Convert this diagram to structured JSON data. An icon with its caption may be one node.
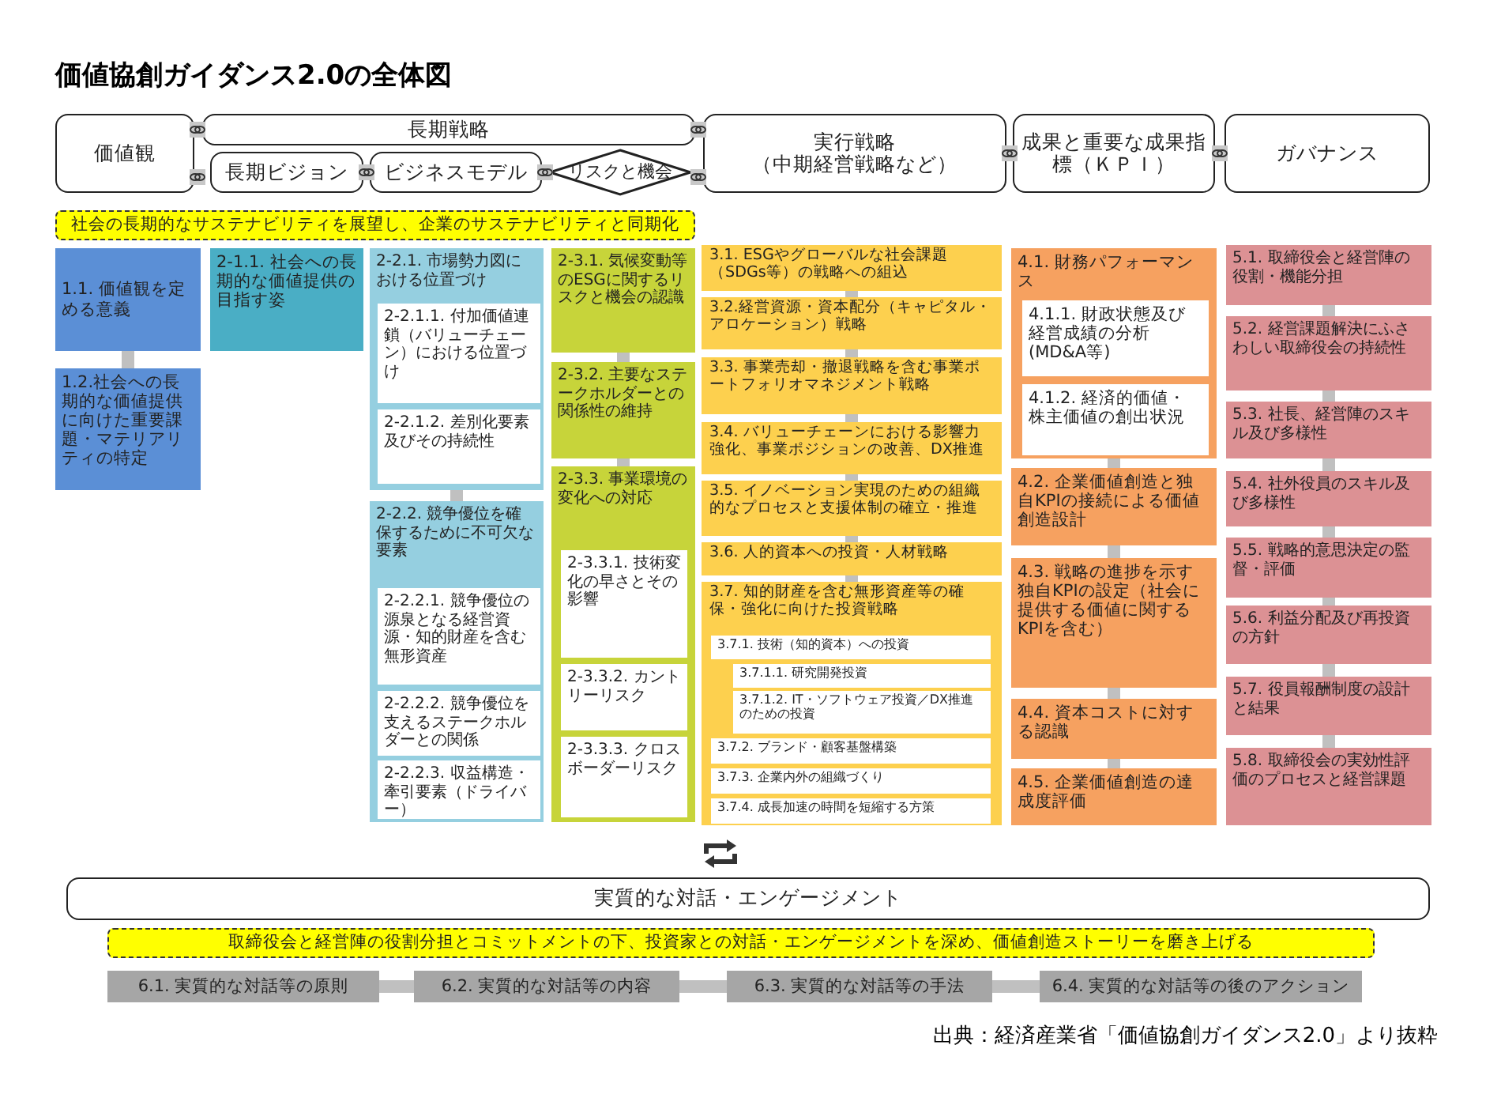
{
  "diagram": {
    "title": "価値協創ガイダンス2.0の全体図",
    "caption": "出典：経済産業省「価値協創ガイダンス2.0」より抜粋",
    "nodes": [
      {
        "text": [
          "価値観"
        ]
      },
      {
        "text": [
          "長期戦略"
        ]
      },
      {
        "text": [
          "長期ビジョン"
        ]
      },
      {
        "text": [
          "ビジネスモデル"
        ]
      },
      {
        "text": [
          "リスクと機会"
        ]
      },
      {
        "text": [
          "実行戦略",
          "（中期経営戦略など）"
        ]
      },
      {
        "text": [
          "成果と重要な成果指標（ＫＰＩ）"
        ]
      },
      {
        "text": [
          "ガバナンス"
        ]
      },
      {
        "text": [
          "社会の長期的なサステナビリティを展望し、企業のサステナビリティと同期化"
        ]
      },
      {
        "text": [
          "1.1. 価値観を定める意義"
        ]
      },
      {
        "text": [
          "1.2.社会への長期的な価値提供に向けた重要課題・マテリアリティの特定"
        ]
      },
      {
        "text": [
          "2-1.1. 社会への長期的な価値提供の目指す姿"
        ]
      },
      {
        "text": [
          "2-2.1. 市場勢力図における位置づけ"
        ]
      },
      {
        "text": [
          "2-2.1.1. 付加価値連鎖（バリューチェーン）における位置づけ"
        ],
        "in": 12
      },
      {
        "text": [
          "2-2.1.2. 差別化要素及びその持続性"
        ],
        "in": 12
      },
      {
        "text": [
          "2-2.2. 競争優位を確保するために不可欠な要素"
        ]
      },
      {
        "text": [
          "2-2.2.1. 競争優位の源泉となる経営資源・知的財産を含む無形資産"
        ],
        "in": 15
      },
      {
        "text": [
          "2-2.2.2. 競争優位を支えるステークホルダーとの関係"
        ],
        "in": 15
      },
      {
        "text": [
          "2-2.2.3. 収益構造・牽引要素（ドライバー）"
        ],
        "in": 15
      },
      {
        "text": [
          "2-3.1. 気候変動等のESGに関するリスクと機会の認識"
        ]
      },
      {
        "text": [
          "2-3.2. 主要なステークホルダーとの関係性の維持"
        ]
      },
      {
        "text": [
          "2-3.3. 事業環境の変化への対応"
        ]
      },
      {
        "text": [
          "2-3.3.1. 技術変化の早さとその影響"
        ],
        "in": 21
      },
      {
        "text": [
          "2-3.3.2. カントリーリスク"
        ],
        "in": 21
      },
      {
        "text": [
          "2-3.3.3. クロスボーダーリスク"
        ],
        "in": 21
      },
      {
        "text": [
          "3.1. ESGやグローバルな社会課題（SDGs等）の戦略への組込"
        ]
      },
      {
        "text": [
          "3.2.経営資源・資本配分（キャピタル・アロケーション）戦略"
        ]
      },
      {
        "text": [
          "3.3. 事業売却・撤退戦略を含む事業ポートフォリオマネジメント戦略"
        ]
      },
      {
        "text": [
          "3.4. バリューチェーンにおける影響力強化、事業ポジションの改善、DX推進"
        ]
      },
      {
        "text": [
          "3.5. イノベーション実現のための組織的なプロセスと支援体制の確立・推進"
        ]
      },
      {
        "text": [
          "3.6. 人的資本への投資・人材戦略"
        ]
      },
      {
        "text": [
          "3.7. 知的財産を含む無形資産等の確保・強化に向けた投資戦略"
        ]
      },
      {
        "text": [
          "3.7.1. 技術（知的資本）への投資"
        ],
        "in": 31
      },
      {
        "text": [
          "3.7.1.1. 研究開発投資"
        ],
        "in": 31
      },
      {
        "text": [
          "3.7.1.2. IT・ソフトウェア投資／DX推進のための投資"
        ],
        "in": 31
      },
      {
        "text": [
          "3.7.2. ブランド・顧客基盤構築"
        ],
        "in": 31
      },
      {
        "text": [
          "3.7.3. 企業内外の組織づくり"
        ],
        "in": 31
      },
      {
        "text": [
          "3.7.4. 成長加速の時間を短縮する方策"
        ],
        "in": 31
      },
      {
        "text": [
          "4.1. 財務パフォーマンス"
        ]
      },
      {
        "text": [
          "4.1.1. 財政状態及び経営成績の分析(MD&A等)"
        ],
        "in": 38
      },
      {
        "text": [
          "4.1.2. 経済的価値・株主価値の創出状況"
        ],
        "in": 38
      },
      {
        "text": [
          "4.2. 企業価値創造と独自KPIの接続による価値創造設計"
        ]
      },
      {
        "text": [
          "4.3. 戦略の進捗を示す独自KPIの設定（社会に提供する価値に関するKPIを含む）"
        ]
      },
      {
        "text": [
          "4.4. 資本コストに対する認識"
        ]
      },
      {
        "text": [
          "4.5. 企業価値創造の達成度評価"
        ]
      },
      {
        "text": [
          "5.1. 取締役会と経営陣の役割・機能分担"
        ]
      },
      {
        "text": [
          "5.2. 経営課題解決にふさわしい取締役会の持続性"
        ]
      },
      {
        "text": [
          "5.3. 社長、経営陣のスキル及び多様性"
        ]
      },
      {
        "text": [
          "5.4. 社外役員のスキル及び多様性"
        ]
      },
      {
        "text": [
          "5.5. 戦略的意思決定の監督・評価"
        ]
      },
      {
        "text": [
          "5.6. 利益分配及び再投資の方針"
        ]
      },
      {
        "text": [
          "5.7. 役員報酬制度の設計と結果"
        ]
      },
      {
        "text": [
          "5.8. 取締役会の実効性評価のプロセスと経営課題"
        ]
      },
      {
        "text": [
          "実質的な対話・エンゲージメント"
        ]
      },
      {
        "text": [
          "取締役会と経営陣の役割分担とコミットメントの下、投資家との対話・エンゲージメントを深め、価値創造ストーリーを磨き上げる"
        ]
      },
      {
        "text": [
          "6.1. 実質的な対話等の原則"
        ]
      },
      {
        "text": [
          "6.2. 実質的な対話等の内容"
        ]
      },
      {
        "text": [
          "6.3. 実質的な対話等の手法"
        ]
      },
      {
        "text": [
          "6.4. 実質的な対話等の後のアクション"
        ]
      }
    ],
    "edges": [
      {
        "from": 9,
        "to": 10,
        "arrow": "none"
      },
      {
        "from": 12,
        "to": 15,
        "arrow": "none"
      },
      {
        "from": 19,
        "to": 20,
        "arrow": "none"
      },
      {
        "from": 20,
        "to": 21,
        "arrow": "none"
      },
      {
        "from": 25,
        "to": 26,
        "arrow": "none"
      },
      {
        "from": 26,
        "to": 27,
        "arrow": "none"
      },
      {
        "from": 27,
        "to": 28,
        "arrow": "none"
      },
      {
        "from": 28,
        "to": 29,
        "arrow": "none"
      },
      {
        "from": 29,
        "to": 30,
        "arrow": "none"
      },
      {
        "from": 30,
        "to": 31,
        "arrow": "none"
      },
      {
        "from": 38,
        "to": 41,
        "arrow": "none"
      },
      {
        "from": 41,
        "to": 42,
        "arrow": "none"
      },
      {
        "from": 42,
        "to": 43,
        "arrow": "none"
      },
      {
        "from": 43,
        "to": 44,
        "arrow": "none"
      },
      {
        "from": 45,
        "to": 46,
        "arrow": "none"
      },
      {
        "from": 46,
        "to": 47,
        "arrow": "none"
      },
      {
        "from": 47,
        "to": 48,
        "arrow": "none"
      },
      {
        "from": 48,
        "to": 49,
        "arrow": "none"
      },
      {
        "from": 49,
        "to": 50,
        "arrow": "none"
      },
      {
        "from": 50,
        "to": 51,
        "arrow": "none"
      },
      {
        "from": 51,
        "to": 52,
        "arrow": "none"
      },
      {
        "from": 55,
        "to": 56,
        "arrow": "none"
      },
      {
        "from": 56,
        "to": 57,
        "arrow": "none"
      },
      {
        "from": 57,
        "to": 58,
        "arrow": "none"
      }
    ]
  }
}
